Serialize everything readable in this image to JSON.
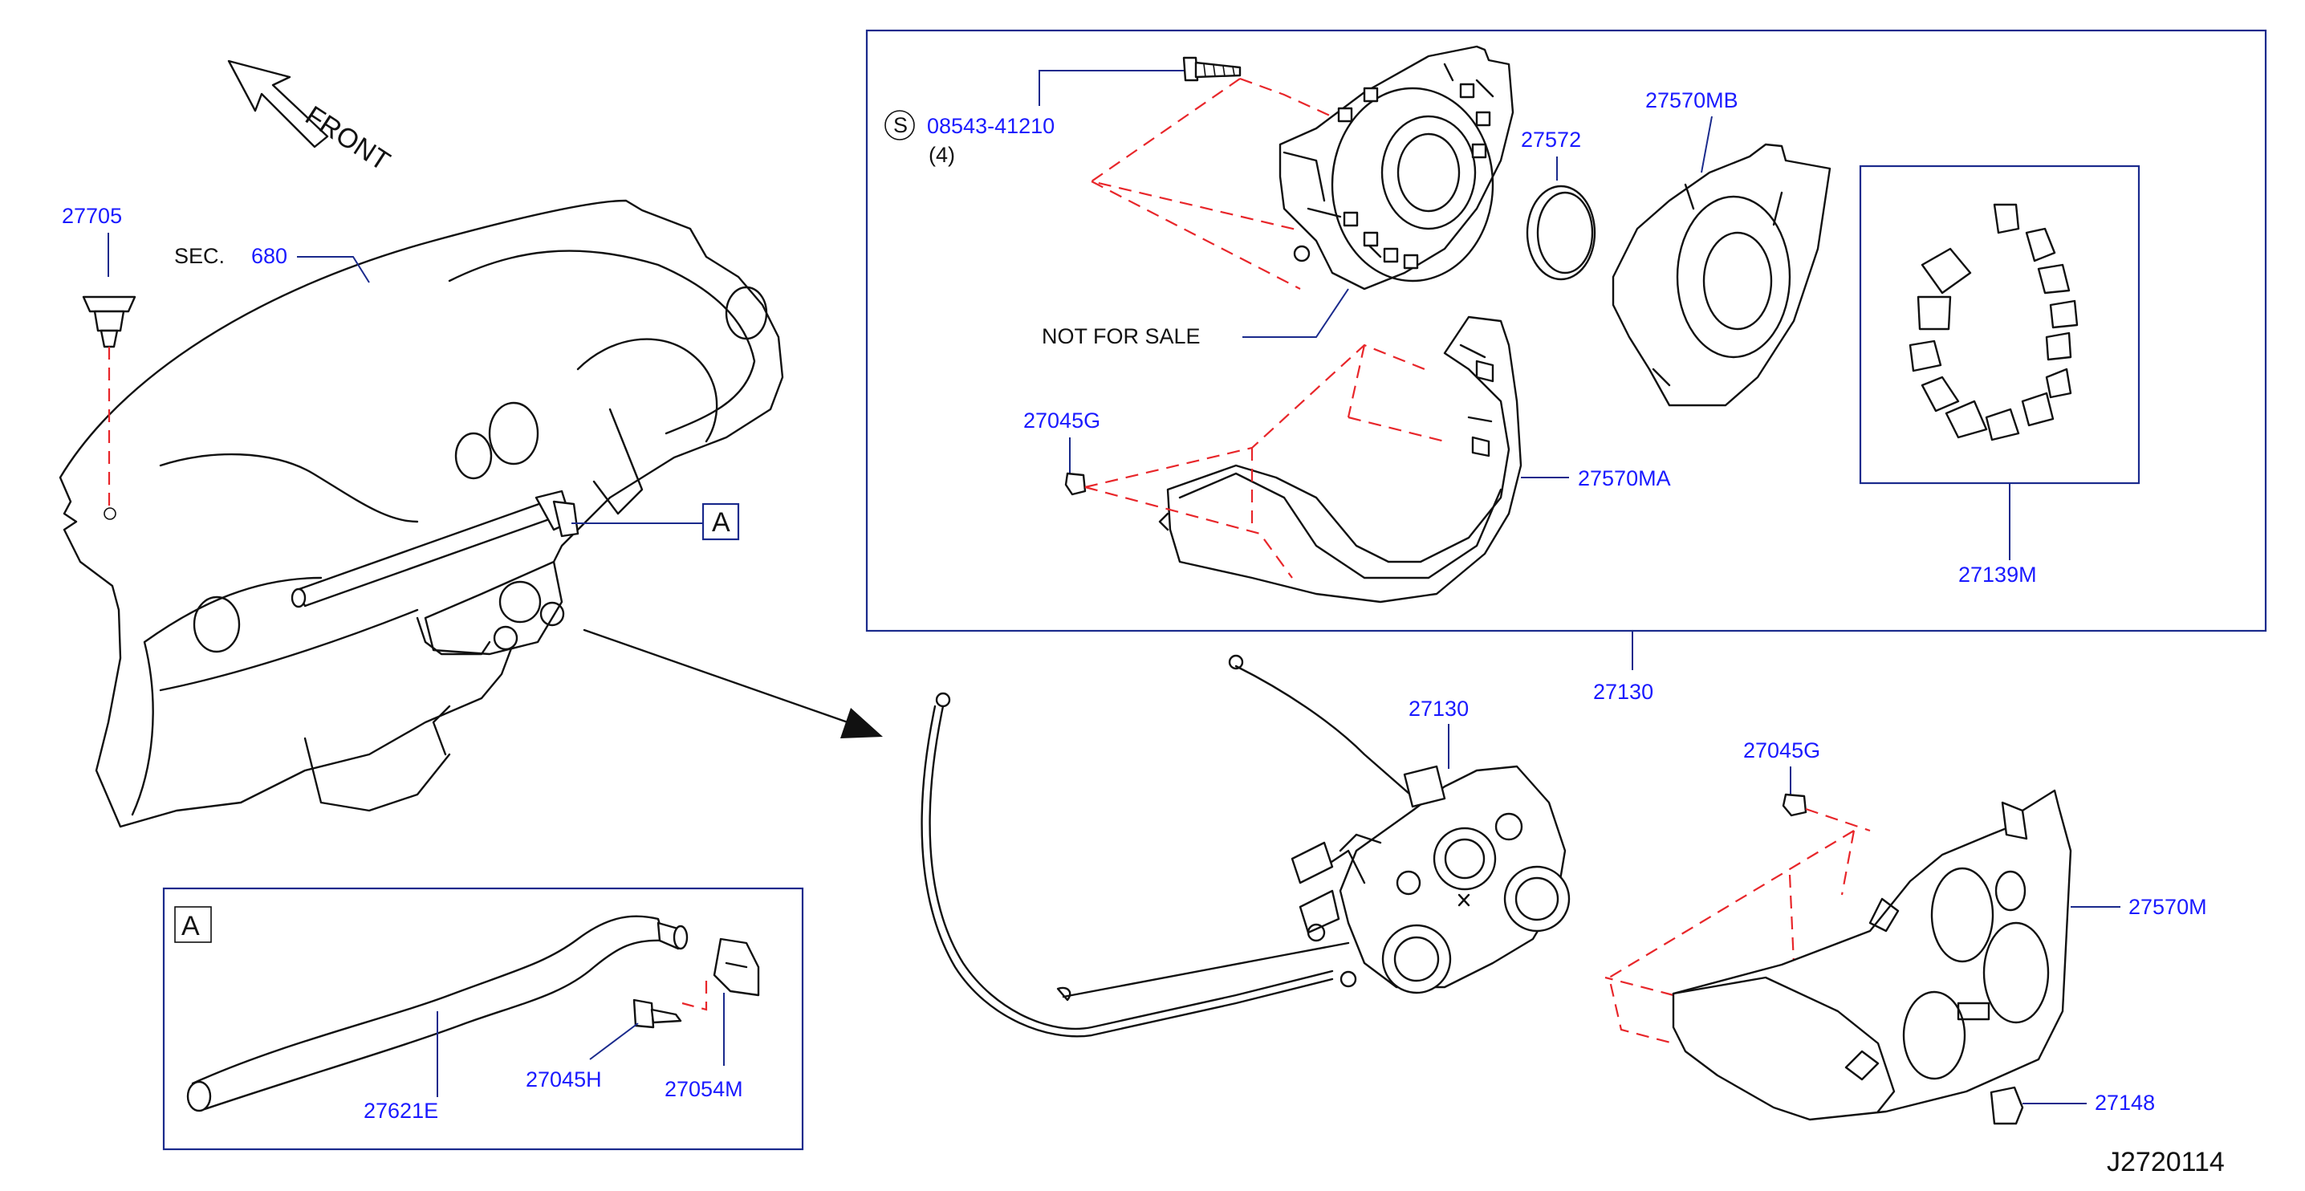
{
  "labels": {
    "front": "FRONT",
    "sec": "SEC.",
    "sec_num": "680",
    "p27705": "27705",
    "a_callout": "A",
    "screw_s": "S",
    "screw_part": "08543-41210",
    "screw_qty": "(4)",
    "not_for_sale": "NOT  FOR  SALE",
    "p27572": "27572",
    "p27570MB": "27570MB",
    "p27045G_top": "27045G",
    "p27570MA": "27570MA",
    "p27139M": "27139M",
    "p27130_box": "27130",
    "p27130_unit": "27130",
    "p27045G_bot": "27045G",
    "p27570M": "27570M",
    "p27148": "27148",
    "inset_a": "A",
    "p27621E": "27621E",
    "p27045H": "27045H",
    "p27054M": "27054M",
    "drawing_id": "J2720114"
  },
  "colors": {
    "part_number": "#1a1aff",
    "phantom_line": "#e8262a",
    "box_line": "#1a2a8c",
    "drawing_line": "#111111"
  }
}
